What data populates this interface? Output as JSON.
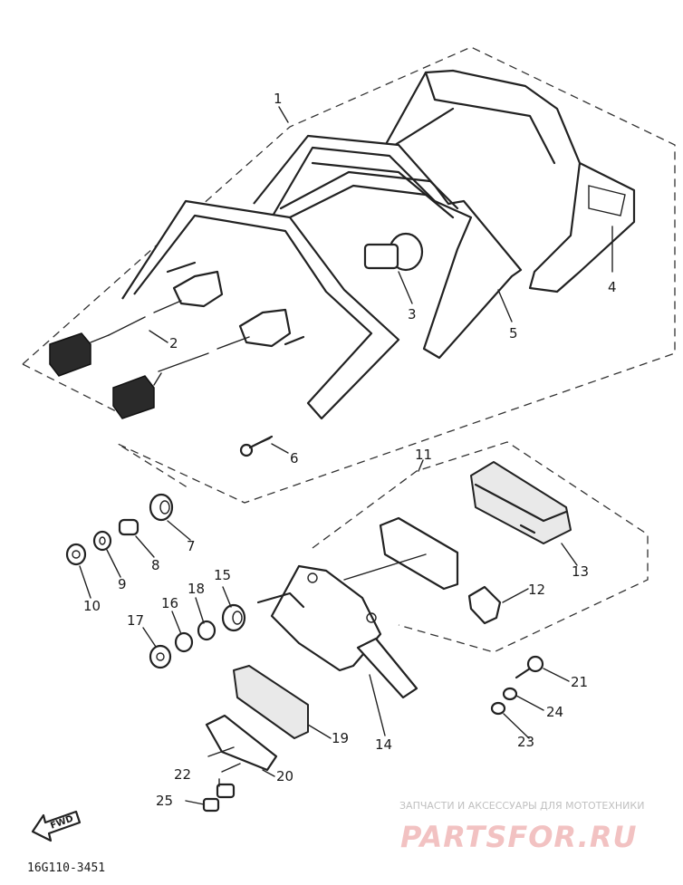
{
  "callouts": {
    "c1": "1",
    "c2": "2",
    "c3": "3",
    "c4": "4",
    "c5": "5",
    "c6": "6",
    "c7": "7",
    "c8": "8",
    "c9": "9",
    "c10": "10",
    "c11": "11",
    "c12": "12",
    "c13": "13",
    "c14": "14",
    "c15": "15",
    "c16": "16",
    "c17": "17",
    "c18": "18",
    "c19": "19",
    "c20": "20",
    "c21": "21",
    "c22": "22",
    "c23": "23",
    "c24": "24",
    "c25": "25"
  },
  "direction_label": "FWD",
  "diagram_code": "16G110-3451",
  "watermark": {
    "tagline": "ЗАПЧАСТИ И АКСЕССУАРЫ ДЛЯ МОТОТЕХНИКИ",
    "brand": "PARTSFOR.RU"
  }
}
